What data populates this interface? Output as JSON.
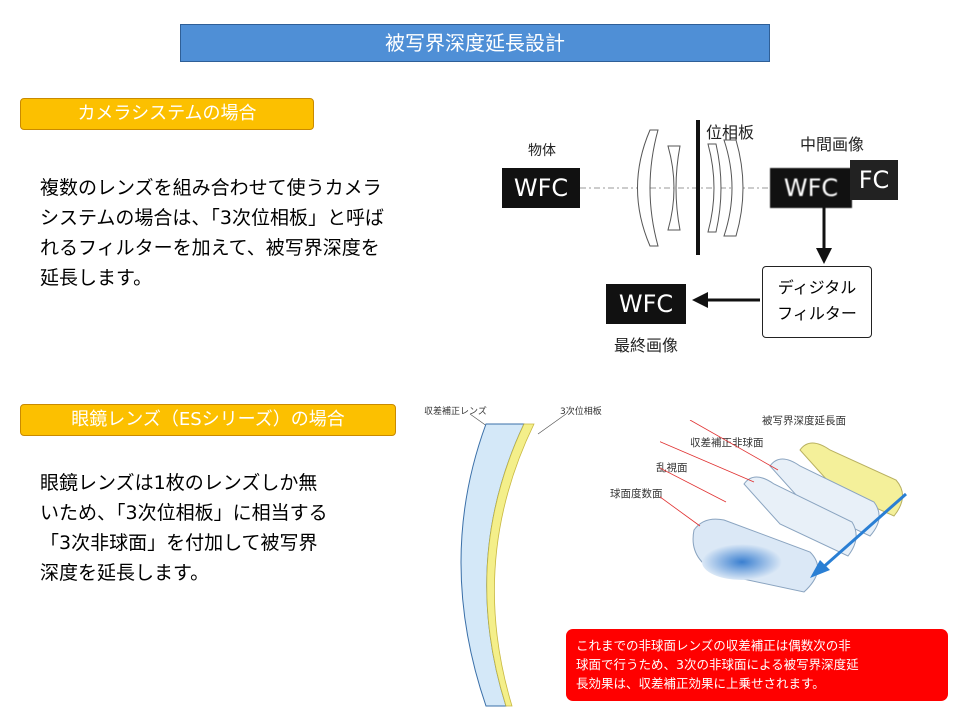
{
  "title": "被写界深度延長設計",
  "section1": {
    "tag": "カメラシステムの場合",
    "lines": [
      "複数のレンズを組み合わせて使うカメラ",
      "システムの場合は、「3次位相板」と呼ば",
      "れるフィルターを加えて、被写界深度を",
      "延長します。"
    ]
  },
  "section2": {
    "tag": "眼鏡レンズ（ESシリーズ）の場合",
    "lines": [
      "眼鏡レンズは1枚のレンズしか無",
      "いため、「3次位相板」に相当する",
      "「3次非球面」を付加して被写界",
      "深度を延長します。"
    ]
  },
  "camera_diagram": {
    "object_label": "物体",
    "phase_plate_label": "位相板",
    "intermediate_label": "中間画像",
    "object_text": "WFC",
    "intermediate_text": "WFC",
    "intermediate_ghost_text": "FC",
    "filter_lines": [
      "ディジタル",
      "フィルター"
    ],
    "final_text": "WFC",
    "final_label": "最終画像"
  },
  "lens_diagram": {
    "label_left": "収差補正レンズ",
    "label_right": "3次位相板"
  },
  "layer_diagram": {
    "labels": [
      "被写界深度延長面",
      "収差補正非球面",
      "乱視面",
      "球面度数面"
    ],
    "layer_colors": [
      "#f4f09a",
      "#e8f0f8",
      "#e8f0f8",
      "#dbe8f6"
    ],
    "arrow_color": "#2a7fd4",
    "line_color": "#e03030"
  },
  "note": {
    "lines": [
      "これまでの非球面レンズの収差補正は偶数次の非",
      "球面で行うため、3次の非球面による被写界深度延",
      "長効果は、収差補正効果に上乗せされます。"
    ]
  }
}
